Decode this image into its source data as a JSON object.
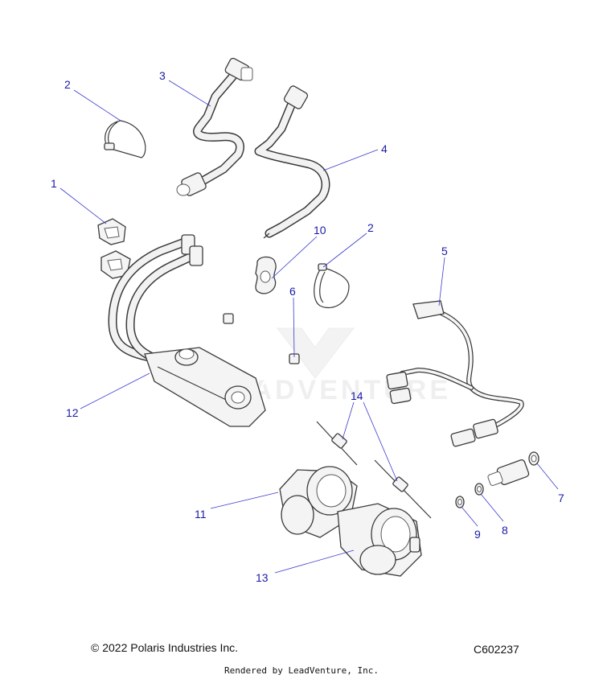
{
  "diagram": {
    "callouts": [
      {
        "id": "2a",
        "label": "2"
      },
      {
        "id": "3",
        "label": "3"
      },
      {
        "id": "4",
        "label": "4"
      },
      {
        "id": "1",
        "label": "1"
      },
      {
        "id": "10",
        "label": "10"
      },
      {
        "id": "2b",
        "label": "2"
      },
      {
        "id": "5",
        "label": "5"
      },
      {
        "id": "6",
        "label": "6"
      },
      {
        "id": "12",
        "label": "12"
      },
      {
        "id": "14",
        "label": "14"
      },
      {
        "id": "7",
        "label": "7"
      },
      {
        "id": "11",
        "label": "11"
      },
      {
        "id": "8",
        "label": "8"
      },
      {
        "id": "9",
        "label": "9"
      },
      {
        "id": "13",
        "label": "13"
      }
    ],
    "colors": {
      "callout": "#1a1aa8",
      "leader": "#3a3ad0",
      "line": "#3a3a3a"
    }
  },
  "footer": {
    "copyright": "© 2022 Polaris Industries Inc.",
    "code": "C602237",
    "rendered": "Rendered by LeadVenture, Inc."
  }
}
